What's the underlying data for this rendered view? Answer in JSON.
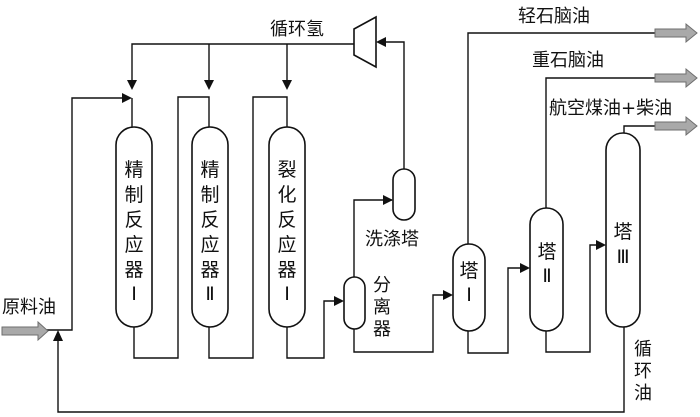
{
  "streams": {
    "recycle_hydrogen": "循环氢",
    "feed_oil": "原料油",
    "recycle_oil": [
      "循",
      "环",
      "油"
    ],
    "light_naphtha": "轻石脑油",
    "heavy_naphtha": "重石脑油",
    "jet_diesel": "航空煤油+柴油"
  },
  "units": {
    "refining_reactor_1": [
      "精",
      "制",
      "反",
      "应",
      "器",
      "Ⅰ"
    ],
    "refining_reactor_2": [
      "精",
      "制",
      "反",
      "应",
      "器",
      "Ⅱ"
    ],
    "cracking_reactor_1": [
      "裂",
      "化",
      "反",
      "应",
      "器",
      "Ⅰ"
    ],
    "separator": [
      "分",
      "离",
      "器"
    ],
    "washing_tower": "洗涤塔",
    "tower_1": [
      "塔",
      "Ⅰ"
    ],
    "tower_2": [
      "塔",
      "Ⅱ"
    ],
    "tower_3": [
      "塔",
      "Ⅲ"
    ]
  }
}
